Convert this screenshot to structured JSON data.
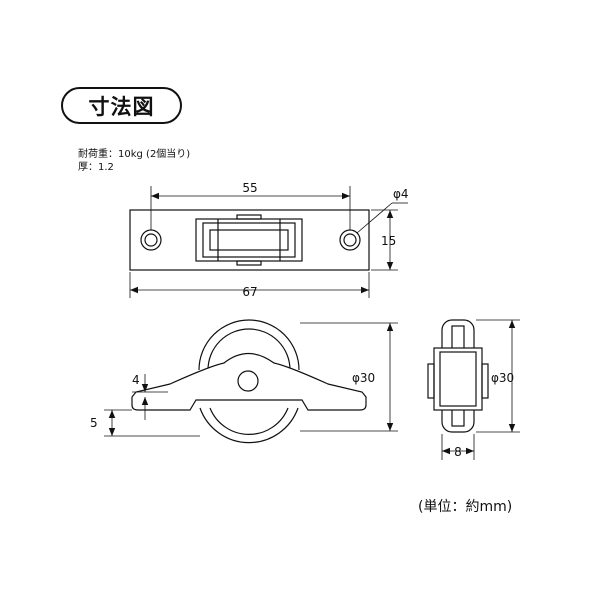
{
  "title": "寸法図",
  "specs": {
    "load": "耐荷重：10kg (2個当り)",
    "thickness": "厚：1.2"
  },
  "dimensions": {
    "hole_pitch": "55",
    "total_length": "67",
    "plate_width": "15",
    "hole_diameter": "φ4",
    "wheel_diameter_front": "φ30",
    "wheel_diameter_side": "φ30",
    "flange_height": "4",
    "base_height": "5",
    "wheel_width": "8"
  },
  "unit_note": "(単位：約mm)",
  "colors": {
    "line": "#111111",
    "background": "#ffffff"
  }
}
